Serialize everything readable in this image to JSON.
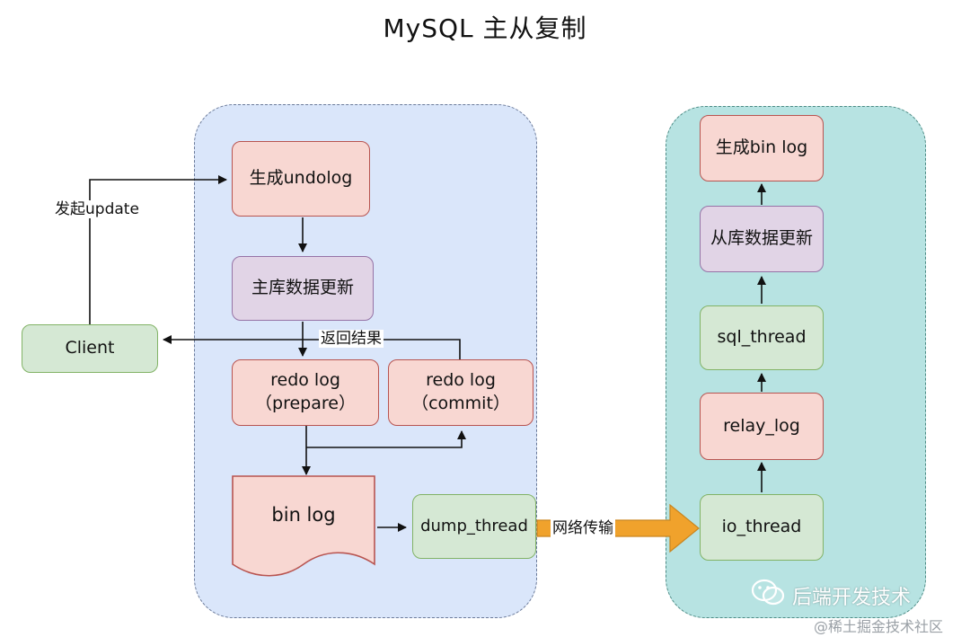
{
  "title": "MySQL 主从复制",
  "master": {
    "undolog": "生成undolog",
    "update_data": "主库数据更新",
    "redo_prepare_line1": "redo log",
    "redo_prepare_line2": "（prepare）",
    "redo_commit_line1": "redo log",
    "redo_commit_line2": "（commit）",
    "binlog": "bin log",
    "dump_thread": "dump_thread"
  },
  "client": "Client",
  "labels": {
    "update": "发起update",
    "return": "返回结果",
    "network": "网络传输"
  },
  "slave": {
    "gen_binlog": "生成bin log",
    "update_data": "从库数据更新",
    "sql_thread": "sql_thread",
    "relay_log": "relay_log",
    "io_thread": "io_thread"
  },
  "watermark": {
    "brand": "后端开发技术",
    "community": "@稀土掘金技术社区"
  },
  "colors": {
    "red_fill": "#f8d7d2",
    "purple_fill": "#e1d4e6",
    "green_fill": "#d5e8d4",
    "master_bg": "#dae6fa",
    "slave_bg": "#b7e3e2",
    "network_arrow": "#f0a22c"
  },
  "icons": [
    "wechat-icon"
  ]
}
